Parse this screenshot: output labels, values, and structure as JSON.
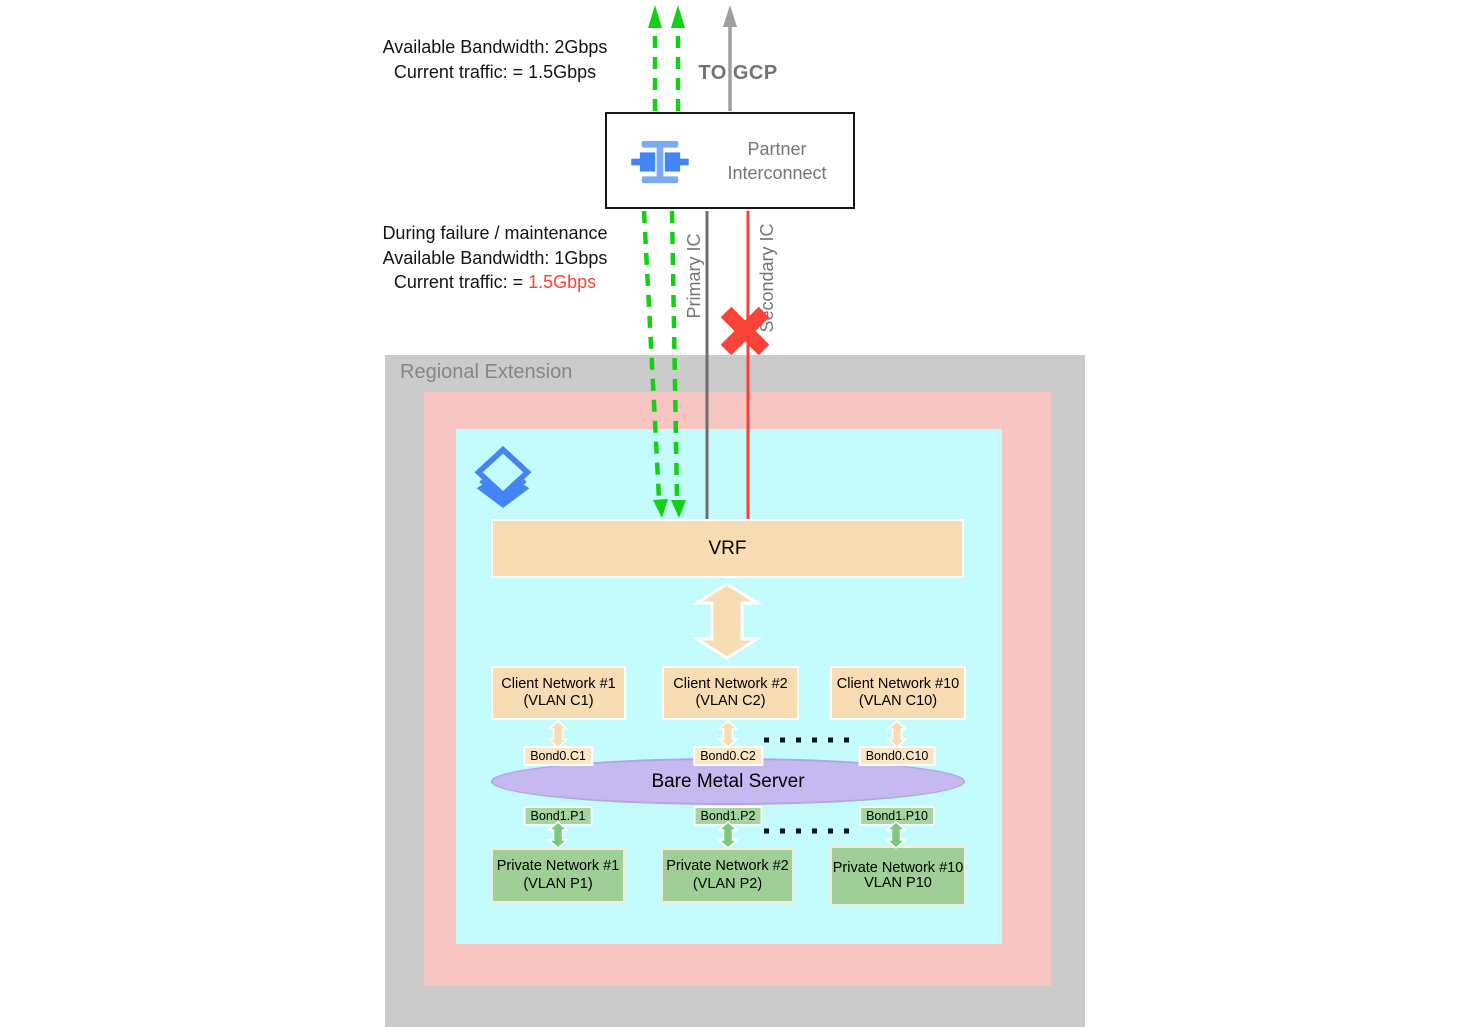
{
  "top_annotation": {
    "line1": "Available Bandwidth: 2Gbps",
    "line2": "Current traffic: = 1.5Gbps"
  },
  "to_gcp_label": "TO GCP",
  "partner_interconnect": {
    "line1": "Partner",
    "line2": "Interconnect",
    "icon": "interconnect-icon"
  },
  "failure_annotation": {
    "line1": "During failure / maintenance",
    "line2": "Available Bandwidth: 1Gbps",
    "line3_prefix": "Current traffic: = ",
    "line3_value": "1.5Gbps"
  },
  "links": {
    "primary_label": "Primary IC",
    "secondary_label": "Secondary IC",
    "secondary_status": "failed-x-mark"
  },
  "regional_extension": {
    "title": "Regional Extension"
  },
  "vrf": {
    "label": "VRF"
  },
  "client_networks": [
    {
      "name": "Client Network #1",
      "vlan": "(VLAN C1)",
      "bond": "Bond0.C1"
    },
    {
      "name": "Client Network #2",
      "vlan": "(VLAN C2)",
      "bond": "Bond0.C2"
    },
    {
      "name": "Client Network #10",
      "vlan": "(VLAN C10)",
      "bond": "Bond0.C10"
    }
  ],
  "bare_metal_server": {
    "label": "Bare Metal Server"
  },
  "private_networks": [
    {
      "name": "Private Network #1",
      "vlan": "(VLAN P1)",
      "bond": "Bond1.P1"
    },
    {
      "name": "Private Network #2",
      "vlan": "(VLAN P2)",
      "bond": "Bond1.P2"
    },
    {
      "name": "Private Network #10",
      "vlan": "VLAN P10",
      "bond": "Bond1.P10"
    }
  ],
  "colors": {
    "traffic_green": "#12d112",
    "alert_red": "#fb4137",
    "primary_line_gray": "#6e6e6e",
    "to_gcp_gray": "#9f9f9f",
    "peach_node": "#f7dcb4",
    "cyan_layer": "#c4fcfd",
    "pink_layer": "#f7c6c2",
    "gray_layer": "#cbcbcb",
    "server_purple": "#c5b9f0",
    "private_green": "#a0ce97",
    "icon_blue": "#4285f4",
    "icon_blue_light": "#7baaf7"
  }
}
